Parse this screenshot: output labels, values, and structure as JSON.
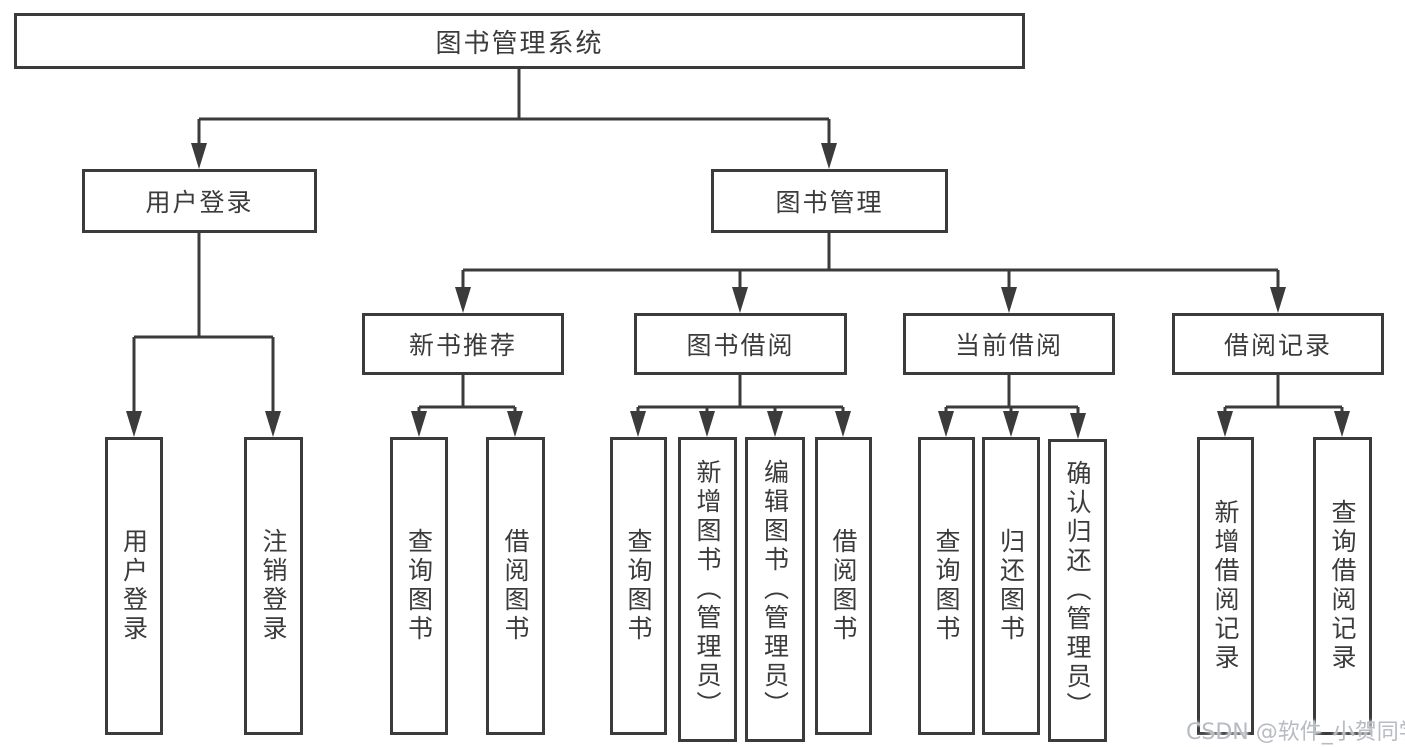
{
  "diagram": {
    "type": "hierarchy-tree",
    "orientation": "top-down"
  },
  "colors": {
    "line": "#3b3b3b",
    "text": "#3b3b3b",
    "background": "#ffffff",
    "watermark": "#b7bbc2"
  },
  "watermark": {
    "text": "CSDN @软件_小贺同学"
  },
  "tree": {
    "label": "图书管理系统",
    "children": [
      {
        "label": "用户登录",
        "children": [
          {
            "label": "用户登录"
          },
          {
            "label": "注销登录"
          }
        ]
      },
      {
        "label": "图书管理",
        "children": [
          {
            "label": "新书推荐",
            "children": [
              {
                "label": "查询图书"
              },
              {
                "label": "借阅图书"
              }
            ]
          },
          {
            "label": "图书借阅",
            "children": [
              {
                "label": "查询图书"
              },
              {
                "label": "新增图书（管理员）"
              },
              {
                "label": "编辑图书（管理员）"
              },
              {
                "label": "借阅图书"
              }
            ]
          },
          {
            "label": "当前借阅",
            "children": [
              {
                "label": "查询图书"
              },
              {
                "label": "归还图书"
              },
              {
                "label": "确认归还（管理员）"
              }
            ]
          },
          {
            "label": "借阅记录",
            "children": [
              {
                "label": "新增借阅记录"
              },
              {
                "label": "查询借阅记录"
              }
            ]
          }
        ]
      }
    ]
  }
}
